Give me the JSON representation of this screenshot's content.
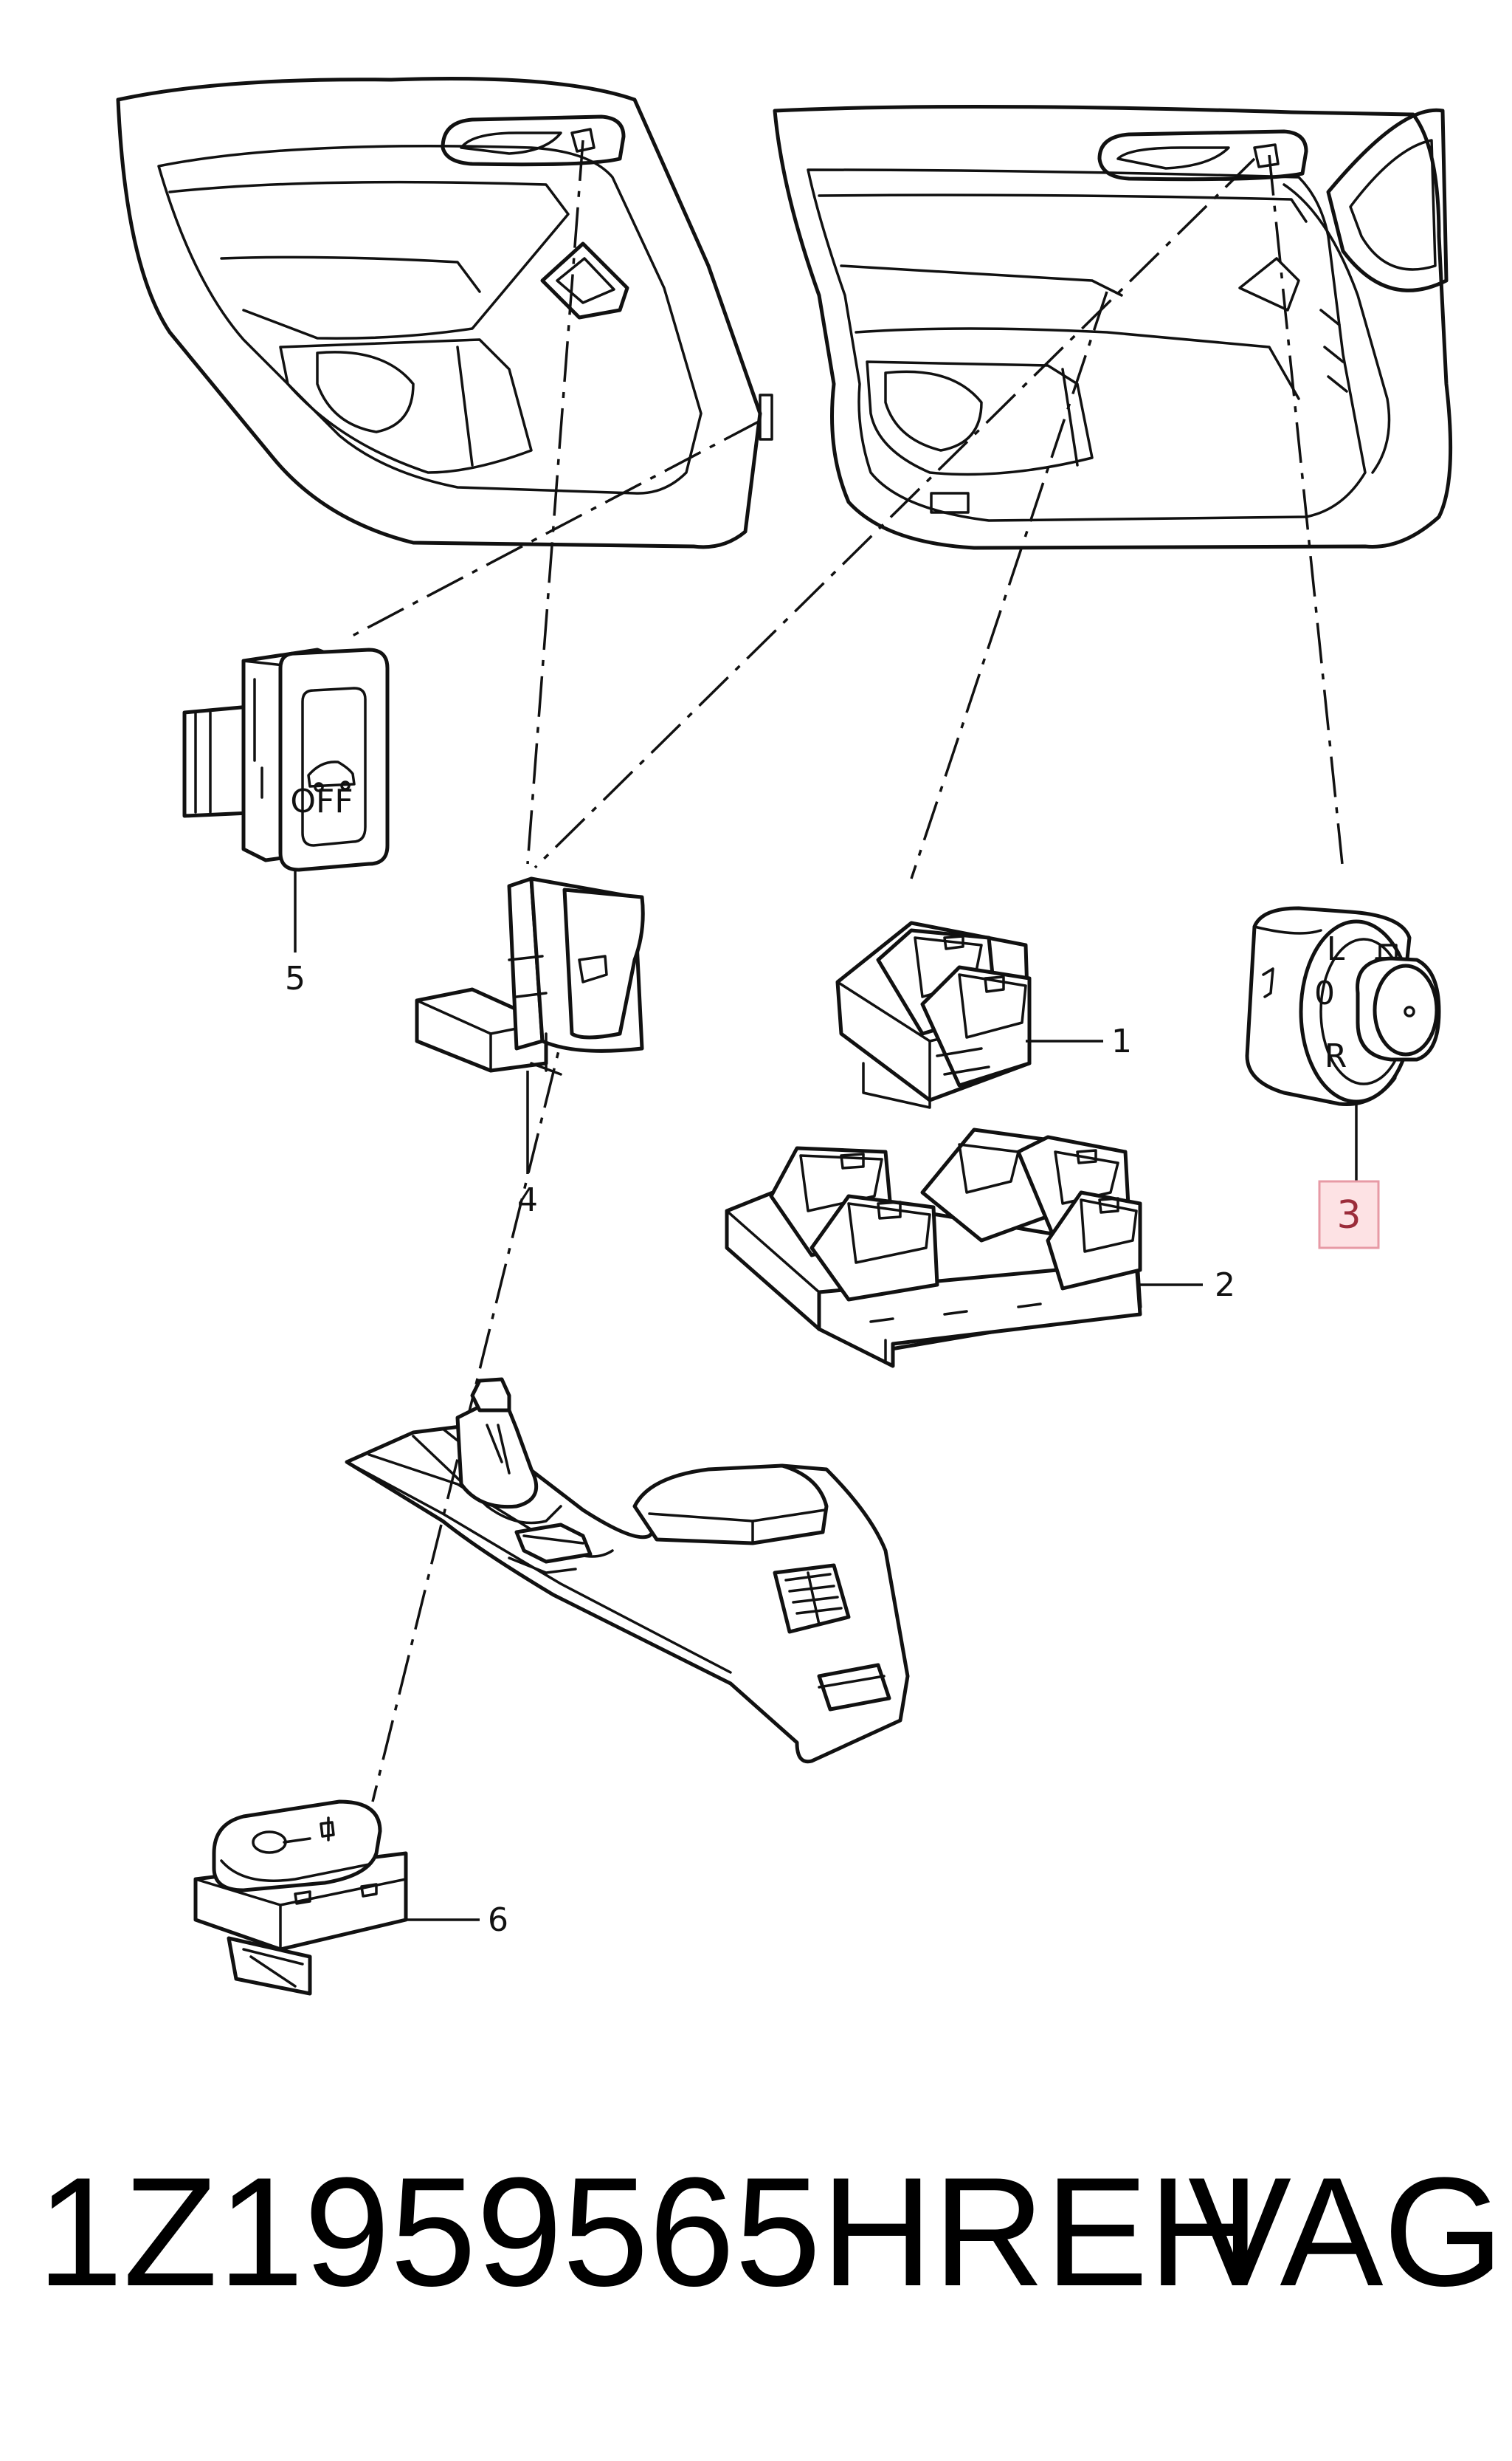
{
  "callouts": {
    "p1": "1",
    "p2": "2",
    "p3": "3",
    "p4": "4",
    "p5": "5",
    "p6": "6"
  },
  "switch_markings": {
    "off": "OFF",
    "mirror_l": "L",
    "mirror_0": "0",
    "mirror_r": "R"
  },
  "caption": {
    "part_number": "1Z1959565HREH",
    "brand": "VAG"
  },
  "colors": {
    "line": "#111111",
    "highlight_box_fill": "#fde2e4",
    "highlight_box_stroke": "#e79aa5",
    "highlight_text": "#9b2c3a"
  }
}
